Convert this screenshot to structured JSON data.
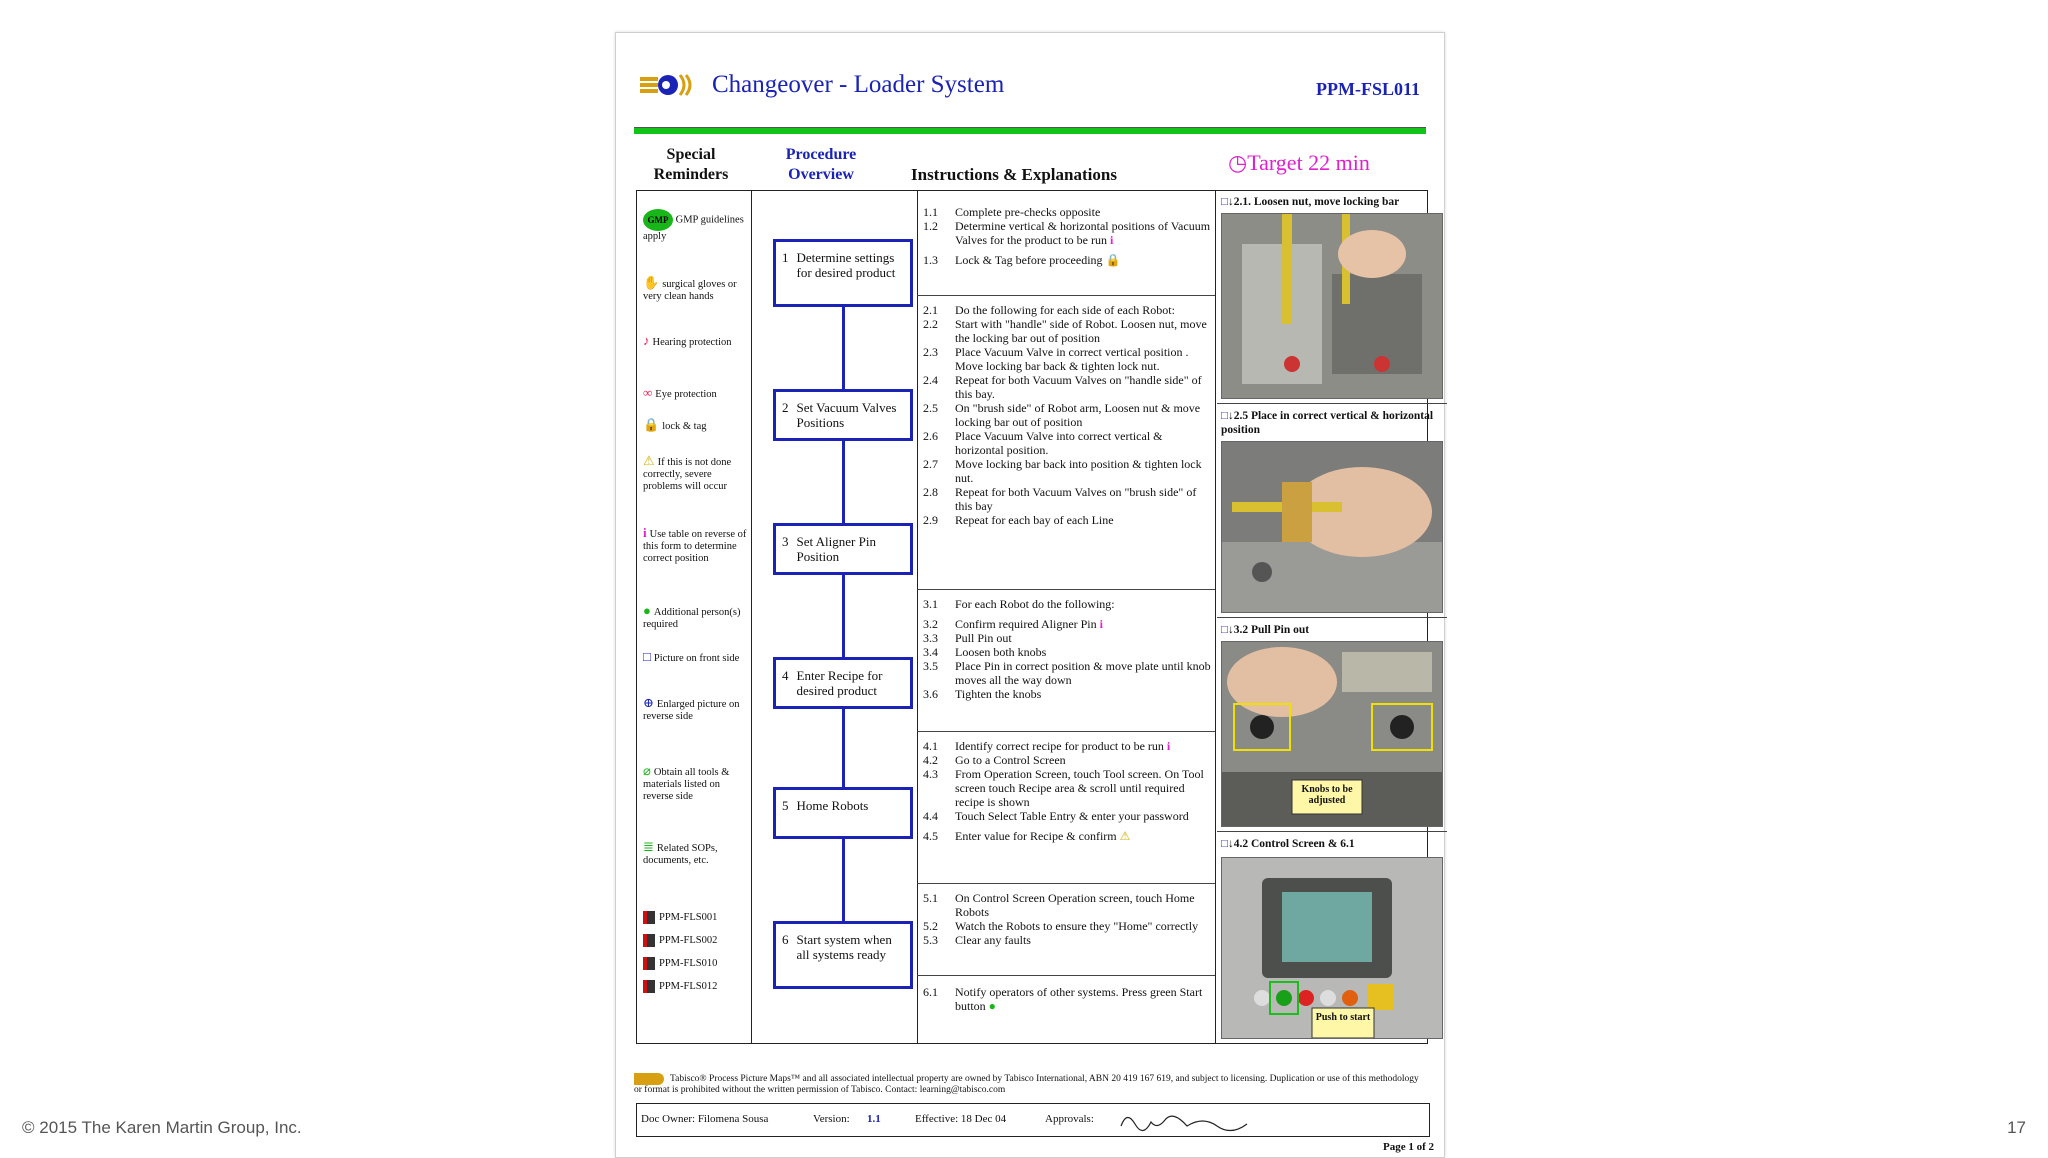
{
  "slide": {
    "copyright": "© 2015 The Karen Martin Group, Inc.",
    "page_number": "17"
  },
  "doc": {
    "title": "Changeover - Loader System",
    "code": "PPM-FSL011",
    "headers": {
      "special": "Special Reminders",
      "overview": "Procedure Overview",
      "instructions": "Instructions & Explanations",
      "target": "Target 22 min"
    },
    "reminders": [
      "GMP guidelines apply",
      "surgical gloves or very clean hands",
      "Hearing protection",
      "Eye protection",
      "lock & tag",
      "If this is not done correctly, severe problems will occur",
      "Use table on reverse of this form to determine correct position",
      "Additional person(s) required",
      "Picture on front side",
      "Enlarged picture on reverse side",
      "Obtain all tools & materials listed on reverse side",
      "Related SOPs, documents, etc."
    ],
    "references": [
      "PPM-FLS001",
      "PPM-FLS002",
      "PPM-FLS010",
      "PPM-FLS012"
    ],
    "steps": [
      {
        "num": "1",
        "text": "Determine settings for desired product"
      },
      {
        "num": "2",
        "text": "Set Vacuum Valves Positions"
      },
      {
        "num": "3",
        "text": "Set Aligner Pin Position"
      },
      {
        "num": "4",
        "text": "Enter Recipe for desired product"
      },
      {
        "num": "5",
        "text": "Home Robots"
      },
      {
        "num": "6",
        "text": "Start system when all systems ready"
      }
    ],
    "instructions": {
      "g1": [
        {
          "n": "1.1",
          "t": "Complete pre-checks opposite"
        },
        {
          "n": "1.2",
          "t": "Determine vertical & horizontal positions of Vacuum Valves for the product to be run"
        },
        {
          "n": "1.3",
          "t": "Lock & Tag before proceeding"
        }
      ],
      "g2": [
        {
          "n": "2.1",
          "t": "Do the following for each side of each Robot:"
        },
        {
          "n": "2.2",
          "t": "Start with \"handle\" side of Robot. Loosen nut, move the locking bar out of position"
        },
        {
          "n": "2.3",
          "t": "Place Vacuum Valve in correct vertical position . Move locking bar back & tighten lock nut."
        },
        {
          "n": "2.4",
          "t": "Repeat for both Vacuum Valves on \"handle side\" of this bay."
        },
        {
          "n": "2.5",
          "t": "On \"brush side\" of Robot arm, Loosen nut & move locking bar out of position"
        },
        {
          "n": "2.6",
          "t": "Place Vacuum Valve into correct vertical & horizontal position."
        },
        {
          "n": "2.7",
          "t": "Move locking bar back into position & tighten lock nut."
        },
        {
          "n": "2.8",
          "t": "Repeat for both Vacuum Valves on \"brush side\" of this bay"
        },
        {
          "n": "2.9",
          "t": "Repeat for each bay of each Line"
        }
      ],
      "g3": [
        {
          "n": "3.1",
          "t": "For each Robot do the following:"
        },
        {
          "n": "3.2",
          "t": "Confirm required Aligner Pin"
        },
        {
          "n": "3.3",
          "t": "Pull Pin out"
        },
        {
          "n": "3.4",
          "t": "Loosen both knobs"
        },
        {
          "n": "3.5",
          "t": "Place Pin in correct position & move plate until knob moves all the way down"
        },
        {
          "n": "3.6",
          "t": "Tighten the knobs"
        }
      ],
      "g4": [
        {
          "n": "4.1",
          "t": "Identify correct recipe for product to be run"
        },
        {
          "n": "4.2",
          "t": "Go to a Control Screen"
        },
        {
          "n": "4.3",
          "t": "From Operation Screen, touch Tool screen. On Tool screen touch Recipe area & scroll until required recipe is shown"
        },
        {
          "n": "4.4",
          "t": "Touch Select Table Entry & enter your password"
        },
        {
          "n": "4.5",
          "t": "Enter value for Recipe & confirm"
        }
      ],
      "g5": [
        {
          "n": "5.1",
          "t": "On Control Screen Operation screen, touch Home Robots"
        },
        {
          "n": "5.2",
          "t": "Watch the Robots to ensure they \"Home\" correctly"
        },
        {
          "n": "5.3",
          "t": "Clear any faults"
        }
      ],
      "g6": [
        {
          "n": "6.1",
          "t": "Notify operators of other systems. Press green Start button"
        }
      ]
    },
    "photos": [
      {
        "caption": "2.1. Loosen nut, move locking bar"
      },
      {
        "caption": "2.5 Place in correct vertical & horizontal position"
      },
      {
        "caption": "3.2 Pull Pin out",
        "note": "Knobs to be adjusted"
      },
      {
        "caption": "4.2 Control Screen & 6.1",
        "note": "Push to start"
      }
    ],
    "footer": {
      "notice": "Tabisco® Process Picture Maps™ and all associated intellectual property are owned by Tabisco International, ABN 20 419 167 619, and subject to licensing. Duplication or use of this methodology or format is prohibited without the written permission of Tabisco. Contact: learning@tabisco.com",
      "owner": "Doc Owner: Filomena Sousa",
      "version_label": "Version:",
      "version": "1.1",
      "effective": "Effective: 18 Dec 04",
      "approvals": "Approvals:",
      "page": "Page 1 of 2"
    }
  }
}
